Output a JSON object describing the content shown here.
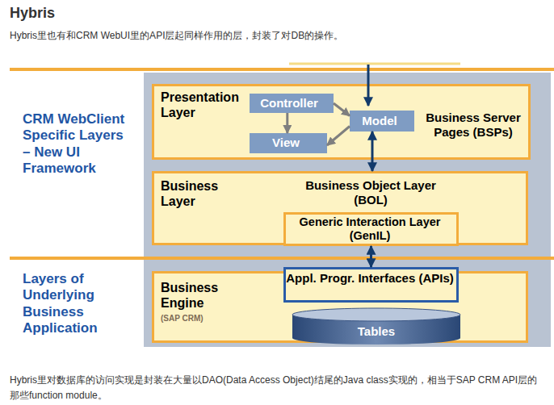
{
  "diagram": {
    "title": "Hybris",
    "nodes": [
      {
        "text": [
          "Presentation Layer",
          "Business Server Pages (BSPs)"
        ]
      },
      {
        "text": [
          "Controller"
        ],
        "in": 0
      },
      {
        "text": [
          "Model"
        ],
        "in": 0
      },
      {
        "text": [
          "View"
        ],
        "in": 0
      },
      {
        "text": [
          "Business Layer",
          "Business Object Layer (BOL)"
        ]
      },
      {
        "text": [
          "Generic Interaction Layer (GenIL)"
        ],
        "in": 4
      },
      {
        "text": [
          "Business Engine",
          "(SAP CRM)"
        ]
      },
      {
        "text": [
          "Appl. Progr. Interfaces (APIs)"
        ],
        "in": 6
      },
      {
        "text": [
          "Tables"
        ],
        "in": 6
      }
    ],
    "edges": [
      {
        "from": 1,
        "to": 2,
        "arrow": "to"
      },
      {
        "from": 1,
        "to": 3,
        "arrow": "to"
      },
      {
        "from": 2,
        "to": 3,
        "arrow": "to"
      },
      {
        "from": 2,
        "to": 4,
        "arrow": "both"
      },
      {
        "from": 5,
        "to": 7,
        "arrow": "both"
      }
    ],
    "labels": [
      "Hybris里也有和CRM WebUI里的API层起同样作用的层，封装了对DB的操作。",
      "CRM WebClient Specific Layers – New UI Framework",
      "Layers of Underlying Business Application",
      "Hybris里对数据库的访问实现是封装在大量以DAO(Data Access Object)结尾的Java class实现的，相当于SAP CRM API层的那些function module。"
    ]
  }
}
